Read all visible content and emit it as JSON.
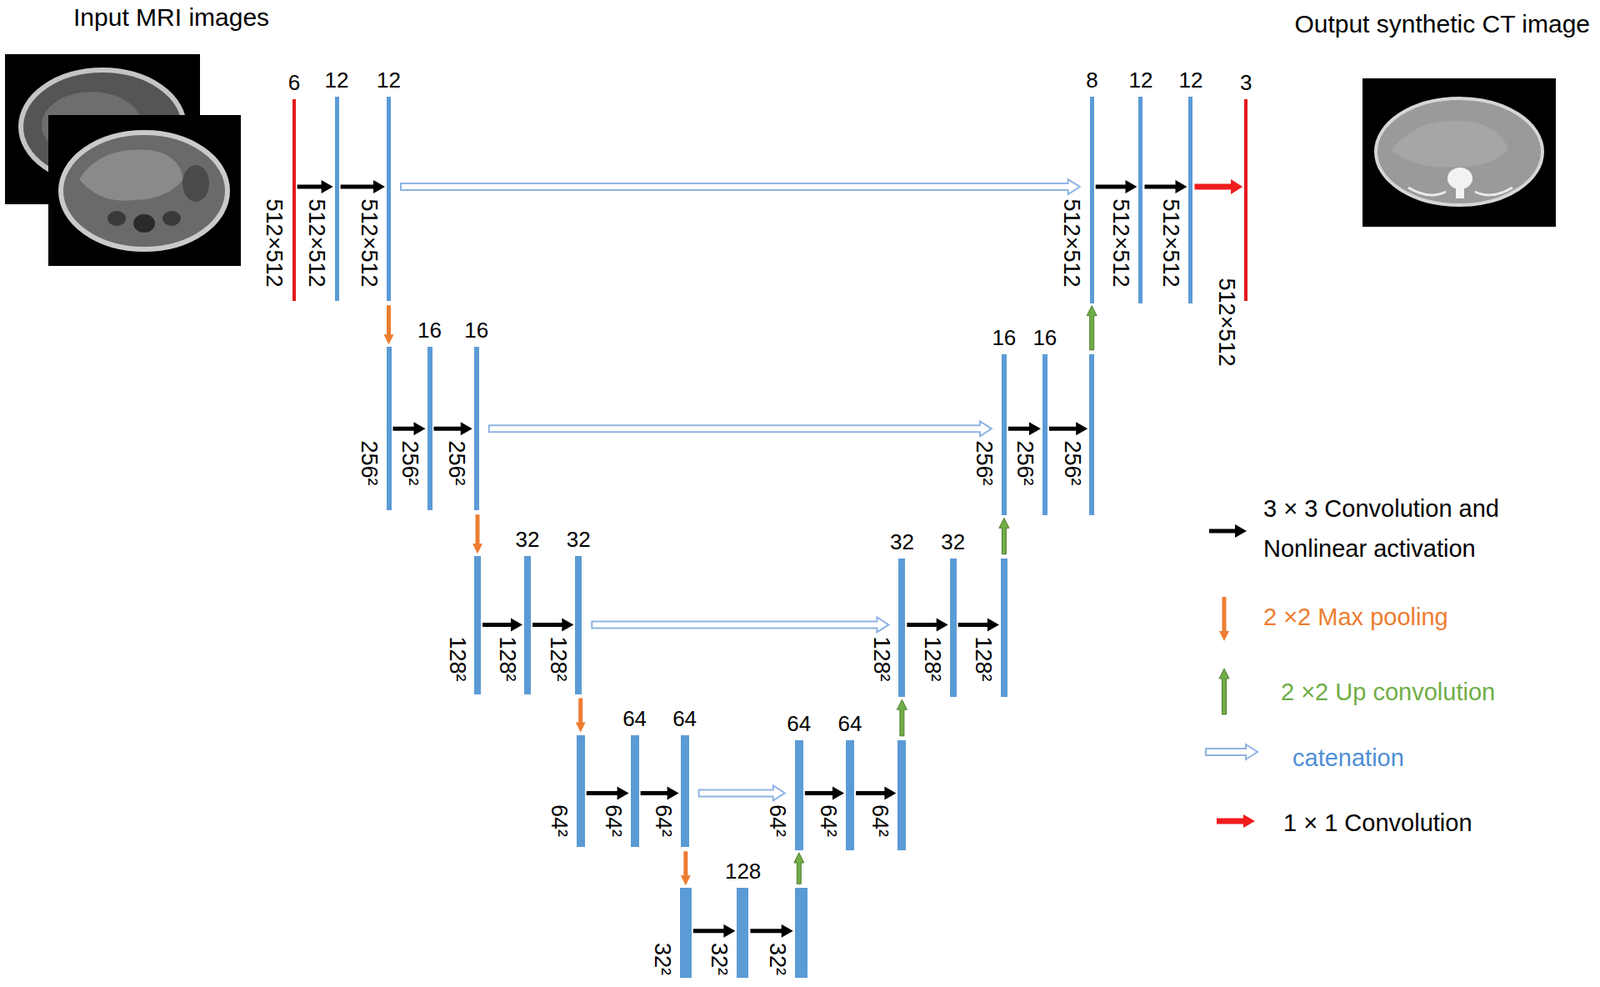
{
  "diagram": {
    "nodes": [
      {
        "text": [
          "6",
          "512×512"
        ]
      },
      {
        "text": [
          "12",
          "512×512"
        ]
      },
      {
        "text": [
          "12",
          "512×512"
        ]
      },
      {
        "text": [
          "8",
          "512×512"
        ]
      },
      {
        "text": [
          "12",
          "512×512"
        ]
      },
      {
        "text": [
          "12",
          "512×512"
        ]
      },
      {
        "text": [
          "3",
          "512×512"
        ]
      },
      {
        "text": [
          "256²"
        ]
      },
      {
        "text": [
          "16",
          "256²"
        ]
      },
      {
        "text": [
          "16",
          "256²"
        ]
      },
      {
        "text": [
          "16",
          "256²"
        ]
      },
      {
        "text": [
          "16",
          "256²"
        ]
      },
      {
        "text": [
          "256²"
        ]
      },
      {
        "text": [
          "128²"
        ]
      },
      {
        "text": [
          "32",
          "128²"
        ]
      },
      {
        "text": [
          "32",
          "128²"
        ]
      },
      {
        "text": [
          "32",
          "128²"
        ]
      },
      {
        "text": [
          "32",
          "128²"
        ]
      },
      {
        "text": [
          "128²"
        ]
      },
      {
        "text": [
          "64²"
        ]
      },
      {
        "text": [
          "64",
          "64²"
        ]
      },
      {
        "text": [
          "64",
          "64²"
        ]
      },
      {
        "text": [
          "64",
          "64²"
        ]
      },
      {
        "text": [
          "64",
          "64²"
        ]
      },
      {
        "text": [
          "64²"
        ]
      },
      {
        "text": [
          "32²"
        ]
      },
      {
        "text": [
          "128",
          "32²"
        ]
      },
      {
        "text": [
          "32²"
        ]
      }
    ],
    "edges": [
      {
        "from": 0,
        "to": 1,
        "arrow": "to"
      },
      {
        "from": 1,
        "to": 2,
        "arrow": "to"
      },
      {
        "from": 2,
        "to": 3,
        "arrow": "to"
      },
      {
        "from": 3,
        "to": 4,
        "arrow": "to"
      },
      {
        "from": 4,
        "to": 5,
        "arrow": "to"
      },
      {
        "from": 5,
        "to": 6,
        "arrow": "to"
      },
      {
        "from": 2,
        "to": 7,
        "arrow": "to"
      },
      {
        "from": 7,
        "to": 8,
        "arrow": "to"
      },
      {
        "from": 8,
        "to": 9,
        "arrow": "to"
      },
      {
        "from": 9,
        "to": 10,
        "arrow": "to"
      },
      {
        "from": 10,
        "to": 11,
        "arrow": "to"
      },
      {
        "from": 11,
        "to": 12,
        "arrow": "to"
      },
      {
        "from": 12,
        "to": 3,
        "arrow": "to"
      },
      {
        "from": 9,
        "to": 13,
        "arrow": "to"
      },
      {
        "from": 13,
        "to": 14,
        "arrow": "to"
      },
      {
        "from": 14,
        "to": 15,
        "arrow": "to"
      },
      {
        "from": 15,
        "to": 16,
        "arrow": "to"
      },
      {
        "from": 16,
        "to": 17,
        "arrow": "to"
      },
      {
        "from": 17,
        "to": 18,
        "arrow": "to"
      },
      {
        "from": 18,
        "to": 10,
        "arrow": "to"
      },
      {
        "from": 15,
        "to": 19,
        "arrow": "to"
      },
      {
        "from": 19,
        "to": 20,
        "arrow": "to"
      },
      {
        "from": 20,
        "to": 21,
        "arrow": "to"
      },
      {
        "from": 21,
        "to": 22,
        "arrow": "to"
      },
      {
        "from": 22,
        "to": 23,
        "arrow": "to"
      },
      {
        "from": 23,
        "to": 24,
        "arrow": "to"
      },
      {
        "from": 24,
        "to": 16,
        "arrow": "to"
      },
      {
        "from": 21,
        "to": 25,
        "arrow": "to"
      },
      {
        "from": 25,
        "to": 26,
        "arrow": "to"
      },
      {
        "from": 26,
        "to": 27,
        "arrow": "to"
      },
      {
        "from": 27,
        "to": 22,
        "arrow": "to"
      }
    ],
    "labels": [
      "Input MRI images",
      "Output synthetic CT image"
    ],
    "legend": [
      {
        "text": "3 × 3 Convolution and Nonlinear activation"
      },
      {
        "text": "2 ×2 Max pooling"
      },
      {
        "text": "2 ×2 Up convolution"
      },
      {
        "text": "catenation"
      },
      {
        "text": "1 × 1 Convolution"
      }
    ]
  }
}
